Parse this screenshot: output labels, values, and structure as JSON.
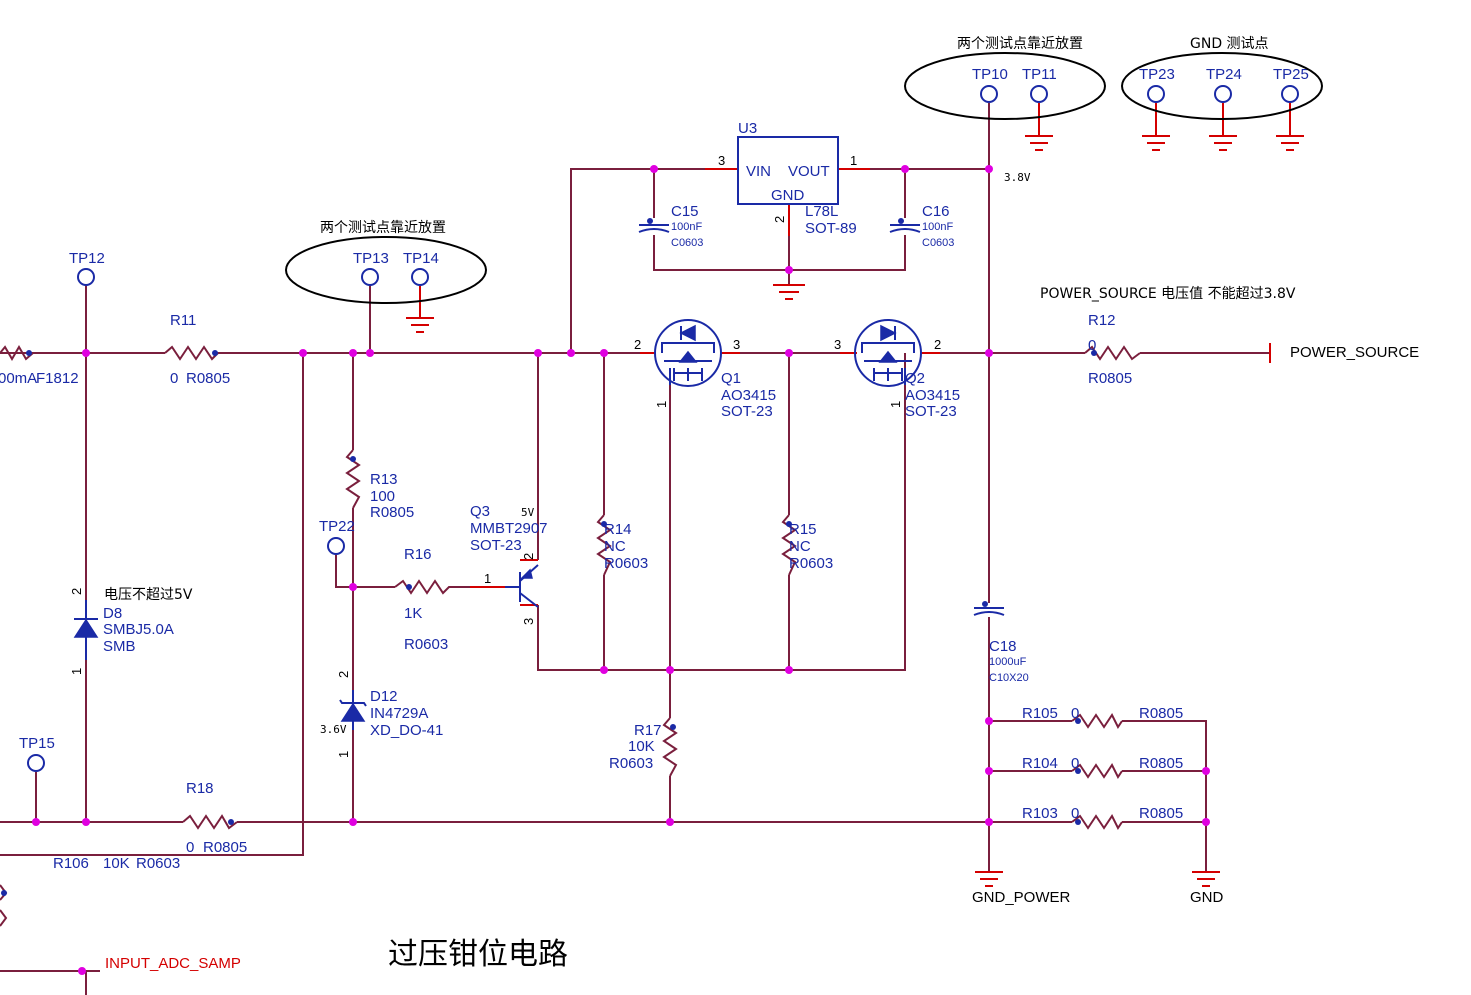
{
  "title": "过压钳位电路",
  "notes": {
    "near_tp13": "两个测试点靠近放置",
    "near_tp10": "两个测试点靠近放置",
    "gnd_tp": "GND 测试点",
    "power_limit": "POWER_SOURCE 电压值 不能超过3.8V",
    "d8_note": "电压不超过5V",
    "v38": "3.8V",
    "v36": "3.6V",
    "v5": "5V"
  },
  "testpoints": {
    "tp10": "TP10",
    "tp11": "TP11",
    "tp12": "TP12",
    "tp13": "TP13",
    "tp14": "TP14",
    "tp15": "TP15",
    "tp22": "TP22",
    "tp23": "TP23",
    "tp24": "TP24",
    "tp25": "TP25"
  },
  "u3": {
    "ref": "U3",
    "vin": "VIN",
    "vout": "VOUT",
    "gnd": "GND",
    "value": "L78L",
    "package": "SOT-89",
    "pin_vin": "3",
    "pin_vout": "1",
    "pin_gnd": "2"
  },
  "c15": {
    "ref": "C15",
    "value": "100nF",
    "package": "C0603"
  },
  "c16": {
    "ref": "C16",
    "value": "100nF",
    "package": "C0603"
  },
  "c18": {
    "ref": "C18",
    "value": "1000uF",
    "package": "C10X20"
  },
  "fuse": {
    "value": "00mA",
    "package": "F1812"
  },
  "r11": {
    "ref": "R11",
    "value": "0",
    "package": "R0805"
  },
  "r12": {
    "ref": "R12",
    "value": "0",
    "package": "R0805"
  },
  "r13": {
    "ref": "R13",
    "value": "100",
    "package": "R0805"
  },
  "r14": {
    "ref": "R14",
    "value": "NC",
    "package": "R0603"
  },
  "r15": {
    "ref": "R15",
    "value": "NC",
    "package": "R0603"
  },
  "r16": {
    "ref": "R16",
    "value": "1K",
    "package": "R0603"
  },
  "r17": {
    "ref": "R17",
    "value": "10K",
    "package": "R0603"
  },
  "r18": {
    "ref": "R18",
    "value": "0",
    "package": "R0805"
  },
  "r103": {
    "ref": "R103",
    "value": "0",
    "package": "R0805"
  },
  "r104": {
    "ref": "R104",
    "value": "0",
    "package": "R0805"
  },
  "r105": {
    "ref": "R105",
    "value": "0",
    "package": "R0805"
  },
  "r106": {
    "ref": "R106",
    "value": "10K",
    "package": "R0603"
  },
  "q1": {
    "ref": "Q1",
    "value": "AO3415",
    "package": "SOT-23",
    "pin_left": "2",
    "pin_right": "3",
    "pin_gate": "1"
  },
  "q2": {
    "ref": "Q2",
    "value": "AO3415",
    "package": "SOT-23",
    "pin_left": "3",
    "pin_right": "2",
    "pin_gate": "1"
  },
  "q3": {
    "ref": "Q3",
    "value": "MMBT2907",
    "package": "SOT-23",
    "pin_b": "1",
    "pin_c": "2",
    "pin_e": "3"
  },
  "d8": {
    "ref": "D8",
    "value": "SMBJ5.0A",
    "package": "SMB",
    "pin_top": "2",
    "pin_bottom": "1"
  },
  "d12": {
    "ref": "D12",
    "value": "IN4729A",
    "package": "XD_DO-41",
    "pin_top": "2",
    "pin_bottom": "1"
  },
  "nets": {
    "power_source": "POWER_SOURCE",
    "gnd_power": "GND_POWER",
    "gnd": "GND",
    "adc": "INPUT_ADC_SAMP"
  },
  "colors": {
    "wire": "#7a1f3d",
    "component": "#1a2aa6",
    "pin": "#d40000",
    "junction": "#e000e0"
  }
}
